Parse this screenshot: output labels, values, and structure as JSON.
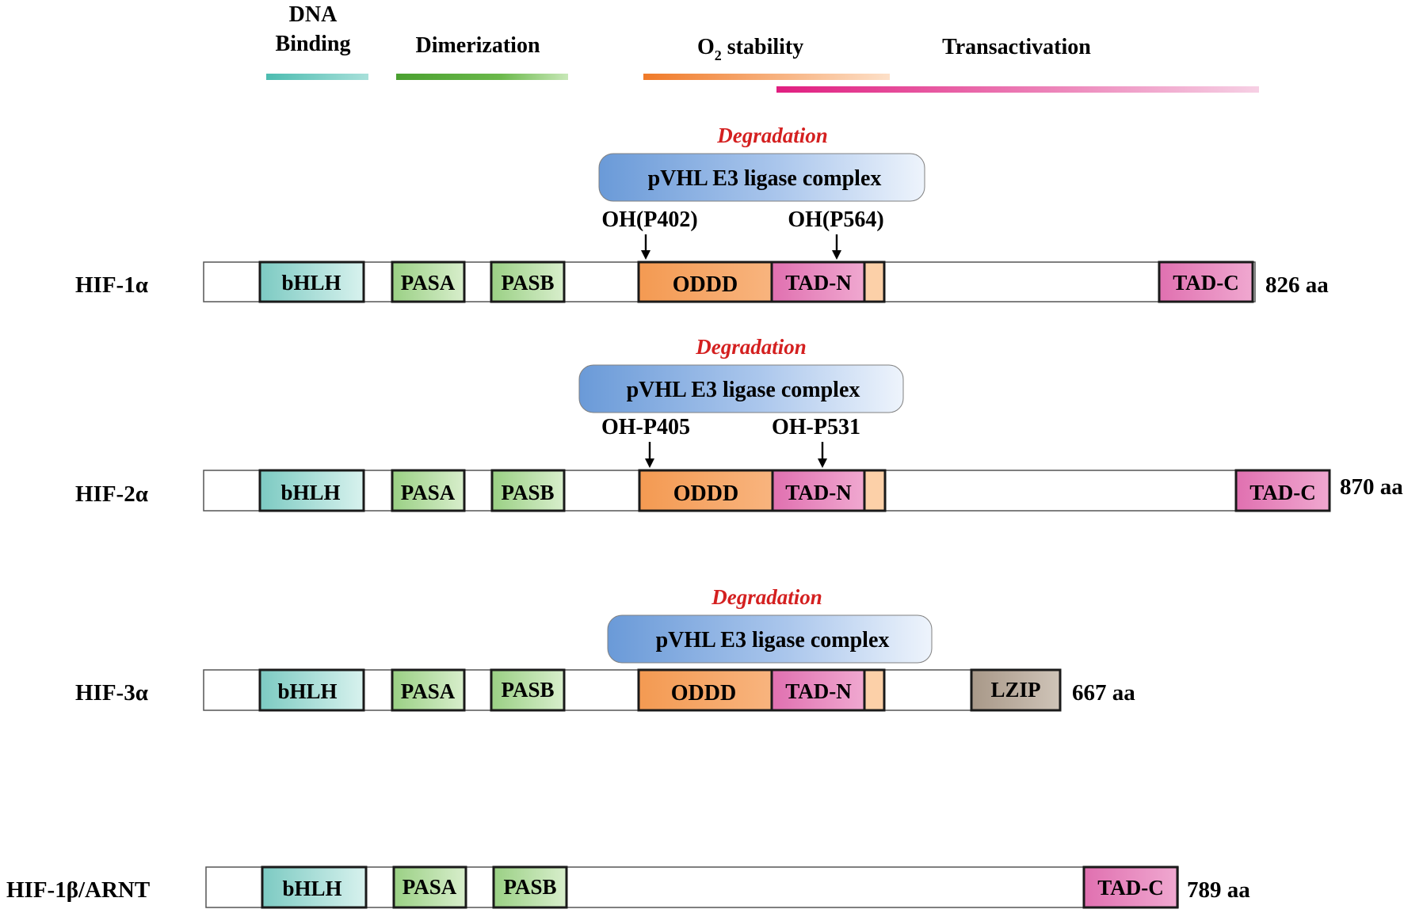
{
  "legend": {
    "dna_binding": {
      "label_line1": "DNA",
      "label_line2": "Binding"
    },
    "dimerization": {
      "label": "Dimerization"
    },
    "o2_stability": {
      "label_main": "O",
      "label_sub": "2",
      "label_rest": " stability"
    },
    "transactivation": {
      "label": "Transactivation"
    }
  },
  "colors": {
    "dna_binding": "#5cc4b8",
    "dimerization": "#5aa83a",
    "o2_stability": "#f08a3a",
    "transactivation": "#e0308a",
    "bhlh": "#9ed8d2",
    "pas": "#a8d890",
    "oddd": "#f4a060",
    "tad": "#e888c0",
    "lzip": "#b0a498",
    "pvhl": "#6a9ad8"
  },
  "proteins": [
    {
      "name": "HIF-1α",
      "length": "826 aa",
      "degradation_label": "Degradation",
      "complex_label": "pVHL E3 ligase complex",
      "sites": [
        "OH(P402)",
        "OH(P564)"
      ],
      "domains": [
        "bHLH",
        "PASA",
        "PASB",
        "ODDD",
        "TAD-N",
        "TAD-C"
      ]
    },
    {
      "name": "HIF-2α",
      "length": "870 aa",
      "degradation_label": "Degradation",
      "complex_label": "pVHL E3 ligase complex",
      "sites": [
        "OH-P405",
        "OH-P531"
      ],
      "domains": [
        "bHLH",
        "PASA",
        "PASB",
        "ODDD",
        "TAD-N",
        "TAD-C"
      ]
    },
    {
      "name": "HIF-3α",
      "length": "667 aa",
      "degradation_label": "Degradation",
      "complex_label": "pVHL E3 ligase complex",
      "sites": [],
      "domains": [
        "bHLH",
        "PASA",
        "PASB",
        "ODDD",
        "TAD-N",
        "LZIP"
      ]
    },
    {
      "name": "HIF-1β/ARNT",
      "length": "789 aa",
      "domains": [
        "bHLH",
        "PASA",
        "PASB",
        "TAD-C"
      ]
    }
  ]
}
